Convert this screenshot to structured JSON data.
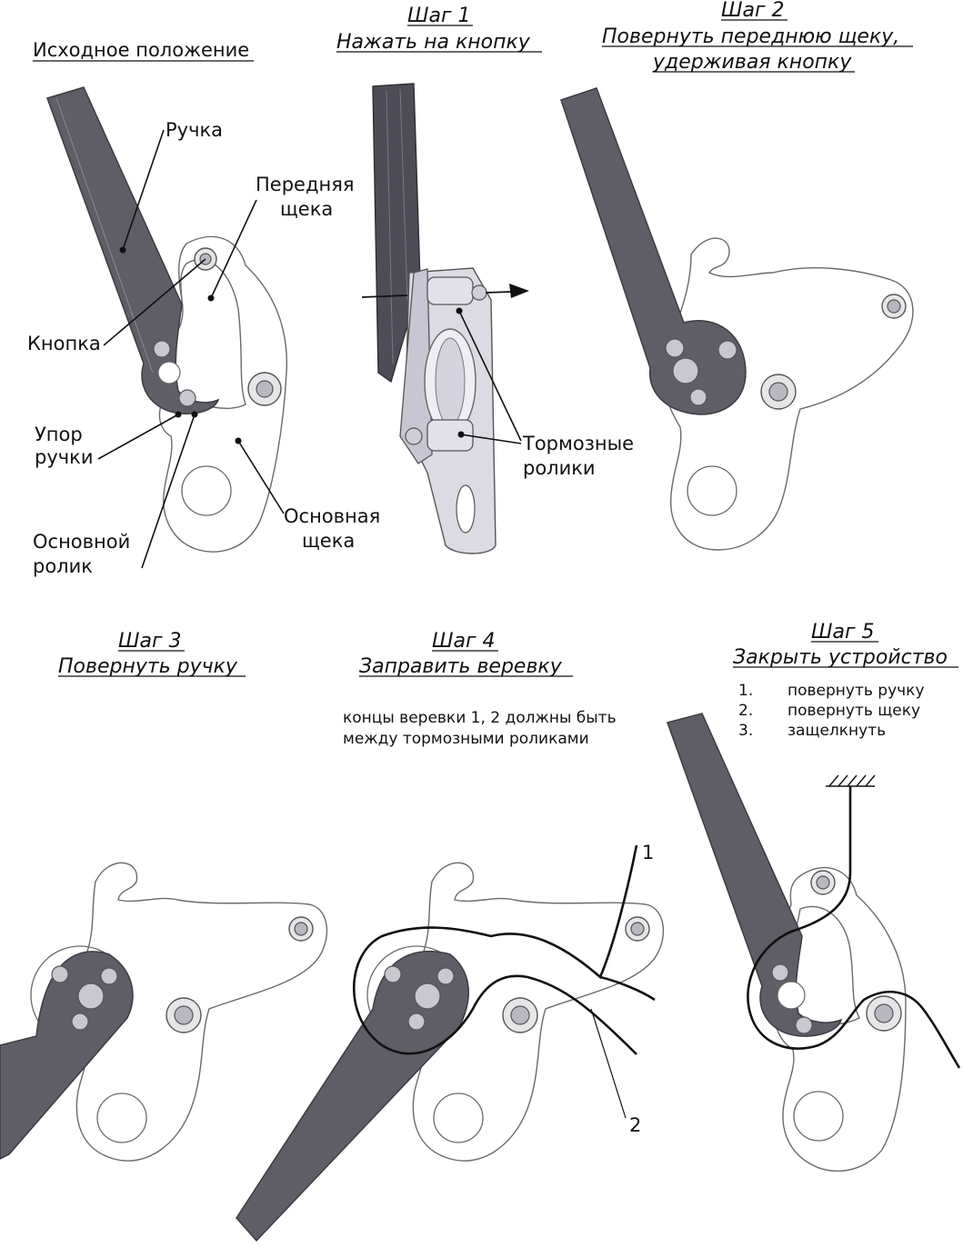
{
  "panels": {
    "initial": {
      "title": "Исходное положение",
      "labels": {
        "handle": "Ручка",
        "front_cheek_1": "Передняя",
        "front_cheek_2": "щека",
        "button": "Кнопка",
        "handle_stop_1": "Упор",
        "handle_stop_2": "ручки",
        "main_roller_1": "Основной",
        "main_roller_2": "ролик",
        "main_cheek_1": "Основная",
        "main_cheek_2": "щека"
      }
    },
    "step1": {
      "title_1": "Шаг 1",
      "title_2": "Нажать на кнопку",
      "labels": {
        "brake_rollers_1": "Тормозные",
        "brake_rollers_2": "ролики"
      }
    },
    "step2": {
      "title_1": "Шаг 2",
      "title_2": "Повернуть переднюю щеку,",
      "title_3": "удерживая кнопку"
    },
    "step3": {
      "title_1": "Шаг 3",
      "title_2": "Повернуть ручку"
    },
    "step4": {
      "title_1": "Шаг 4",
      "title_2": "Заправить веревку",
      "note_1": "концы веревки 1, 2 должны быть",
      "note_2": "между тормозными роликами",
      "rope_1": "1",
      "rope_2": "2"
    },
    "step5": {
      "title_1": "Шаг 5",
      "title_2": "Закрыть устройство",
      "items": [
        {
          "num": "1.",
          "text": "повернуть ручку"
        },
        {
          "num": "2.",
          "text": "повернуть щеку"
        },
        {
          "num": "3.",
          "text": "защелкнуть"
        }
      ]
    }
  },
  "colors": {
    "handle": "#5f5d66",
    "outline": "#6a6a6a",
    "ink": "#111111"
  }
}
